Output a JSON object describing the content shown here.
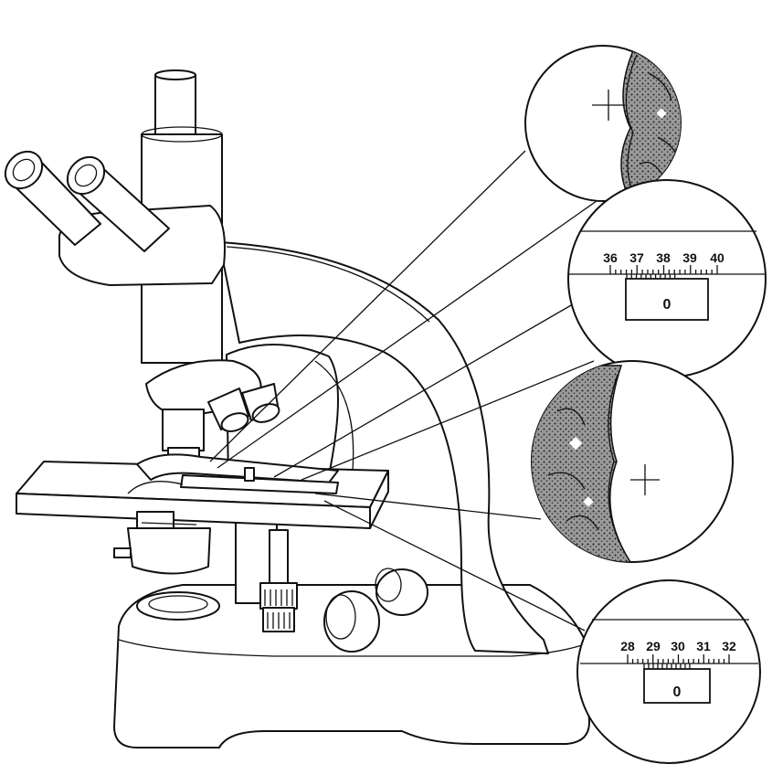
{
  "scale_upper": {
    "labels": [
      "36",
      "37",
      "38",
      "39",
      "40"
    ],
    "vernier_zero": "0"
  },
  "scale_lower": {
    "labels": [
      "28",
      "29",
      "30",
      "31",
      "32"
    ],
    "vernier_zero": "0"
  },
  "colors": {
    "ink": "#111111",
    "paper": "#ffffff",
    "tissue": "#8a8a8a"
  }
}
